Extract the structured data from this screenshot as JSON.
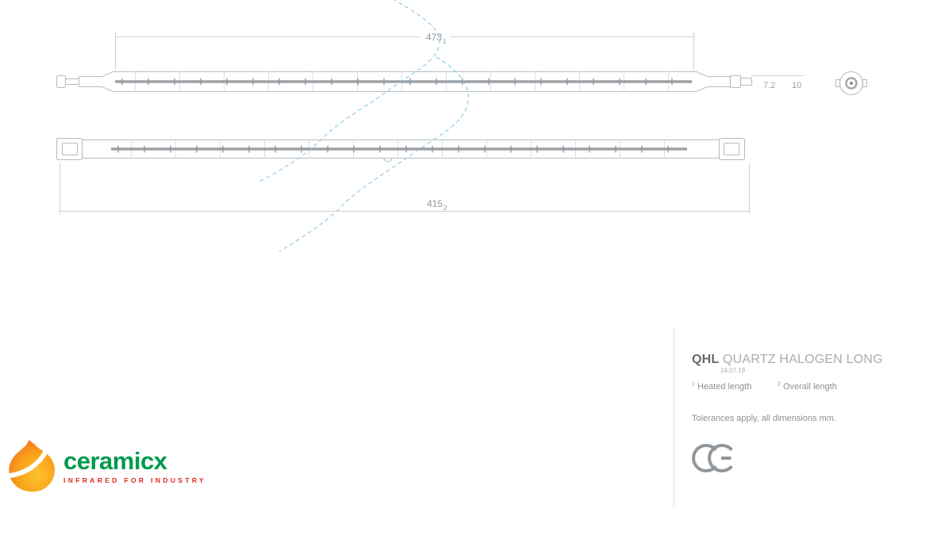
{
  "drawing": {
    "heated_length": {
      "value": "473",
      "sub": "1"
    },
    "overall_length": {
      "value": "415",
      "sub": "2"
    },
    "end_dims": {
      "diameter": "7.2",
      "cap": "10"
    }
  },
  "title_block": {
    "code": "QHL",
    "name": "QUARTZ HALOGEN LONG",
    "date": "24.07.19",
    "footnotes": [
      {
        "sup": "1",
        "label": "Heated length"
      },
      {
        "sup": "2",
        "label": "Overall length"
      }
    ],
    "note": "Tolerances apply, all dimensions mm.",
    "certification": "CE"
  },
  "logo": {
    "brand": "ceramicx",
    "tagline": "INFRARED FOR INDUSTRY"
  },
  "icons": {
    "ce_mark": "CE",
    "flame": "ceramicx flame"
  },
  "colors": {
    "drawing_line": "#b7bcc0",
    "dimension_line": "#cdd1d4",
    "dimension_text": "#8e969b",
    "filament": "#9ba1a5",
    "break_line": "#85c8e8",
    "brand_green": "#009a4e",
    "brand_red": "#e1251b",
    "flame_orange": "#f26c21",
    "flame_yellow": "#fdc22d",
    "title_dark": "#63686c",
    "title_gray": "#a8acaf"
  }
}
